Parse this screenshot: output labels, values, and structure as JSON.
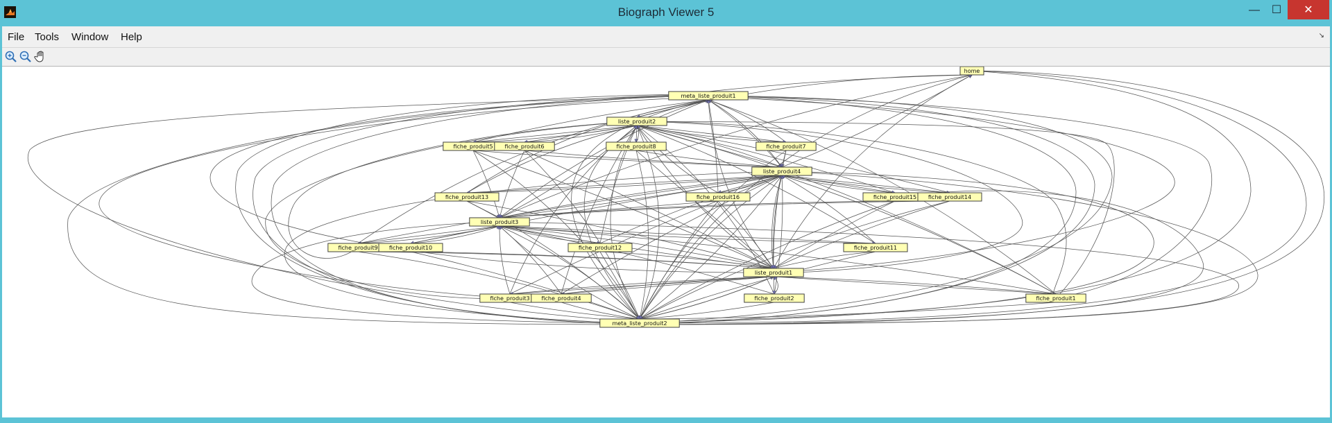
{
  "window": {
    "title": "Biograph Viewer 5",
    "app_icon": "matlab-icon",
    "controls": {
      "minimize": "—",
      "maximize": "☐",
      "close": "✕"
    }
  },
  "menu": {
    "items": [
      "File",
      "Tools",
      "Window",
      "Help"
    ],
    "corner": "↘"
  },
  "toolbar": {
    "tools": [
      "zoom-in-icon",
      "zoom-out-icon",
      "pan-hand-icon"
    ]
  },
  "graph": {
    "node_color": "#ffffb4",
    "nodes": [
      "home",
      "meta_liste_produit1",
      "liste_produit2",
      "fiche_produit5",
      "fiche_produit6",
      "fiche_produit8",
      "fiche_produit7",
      "liste_produit4",
      "fiche_produit13",
      "fiche_produit16",
      "fiche_produit15",
      "fiche_produit14",
      "liste_produit3",
      "fiche_produit9",
      "fiche_produit10",
      "fiche_produit12",
      "fiche_produit11",
      "liste_produit1",
      "fiche_produit3",
      "fiche_produit4",
      "fiche_produit2",
      "fiche_produit1",
      "meta_liste_produit2"
    ]
  }
}
